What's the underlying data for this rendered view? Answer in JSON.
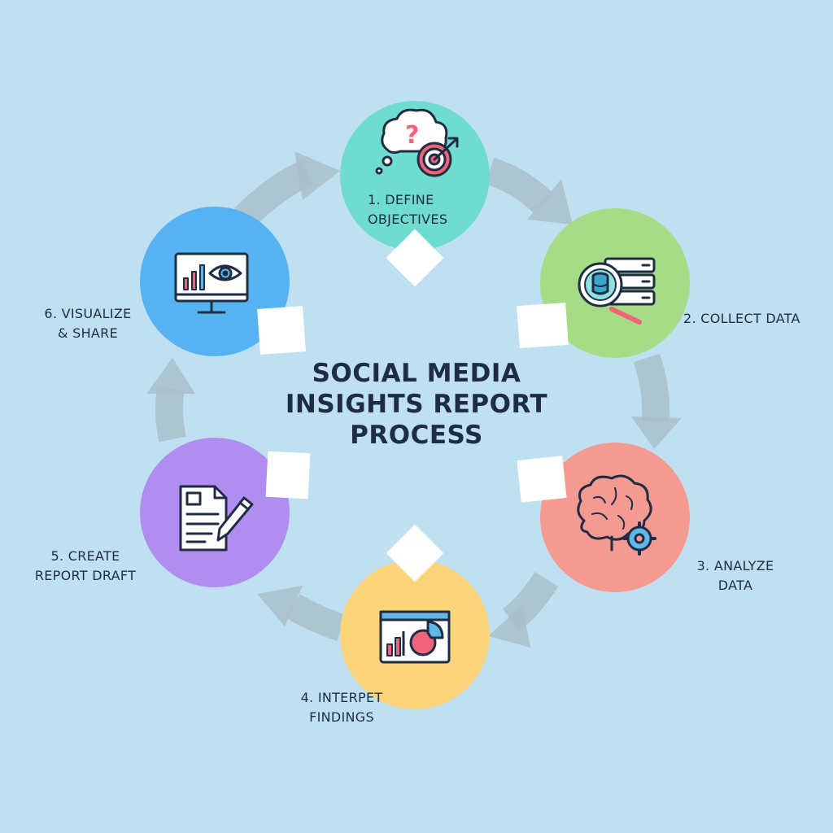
{
  "title": {
    "lines": [
      "SOCIAL MEDIA",
      "INSIGHTS REPORT",
      "PROCESS"
    ]
  },
  "colors": {
    "background": "#bfe0f0",
    "arrow": "#a9bfca",
    "text": "#1f2d44",
    "icon_stroke": "#1f2d44",
    "step1": "#6fdcd0",
    "step2": "#a6dc86",
    "step3": "#f59a90",
    "step4": "#fcd57a",
    "step5": "#b08ef0",
    "step6": "#56b2f0"
  },
  "steps": [
    {
      "id": 1,
      "lines": [
        "1. DEFINE",
        "OBJECTIVES"
      ],
      "icon": "question-cloud-target-icon"
    },
    {
      "id": 2,
      "lines": [
        "2. COLLECT DATA"
      ],
      "icon": "database-magnifier-icon"
    },
    {
      "id": 3,
      "lines": [
        "3. ANALYZE",
        "DATA"
      ],
      "icon": "brain-gear-icon"
    },
    {
      "id": 4,
      "lines": [
        "4. INTERPET",
        "FINDINGS"
      ],
      "icon": "dashboard-charts-icon"
    },
    {
      "id": 5,
      "lines": [
        "5. CREATE",
        "REPORT DRAFT"
      ],
      "icon": "document-pencil-icon"
    },
    {
      "id": 6,
      "lines": [
        "6. VISUALIZE",
        "& SHARE"
      ],
      "icon": "monitor-eye-icon"
    }
  ]
}
